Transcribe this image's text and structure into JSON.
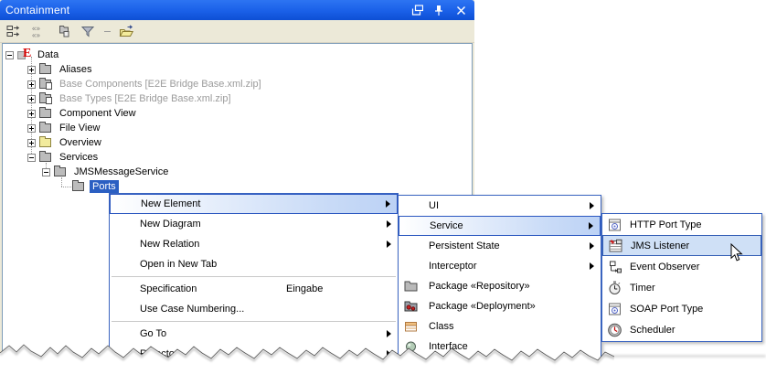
{
  "window": {
    "title": "Containment"
  },
  "titlebar": {
    "icons": [
      {
        "name": "float-window-icon"
      },
      {
        "name": "pin-icon"
      },
      {
        "name": "close-icon"
      }
    ]
  },
  "toolbar": {
    "icons": [
      {
        "name": "expand-selection-icon"
      },
      {
        "name": "stereotype-display-icon"
      },
      {
        "name": "group-in-packages-icon"
      },
      {
        "name": "filter-icon"
      },
      {
        "name": "open-in-containment-icon"
      }
    ]
  },
  "tree": {
    "items": [
      {
        "label": "Data",
        "icon": "model-icon",
        "expander": "minus"
      },
      {
        "label": "Aliases",
        "icon": "folder-icon",
        "expander": "plus"
      },
      {
        "label": "Base Components [E2E Bridge Base.xml.zip]",
        "icon": "folder-doc-icon",
        "expander": "plus",
        "dimmed": true
      },
      {
        "label": "Base Types [E2E Bridge Base.xml.zip]",
        "icon": "folder-doc-icon",
        "expander": "plus",
        "dimmed": true
      },
      {
        "label": "Component View",
        "icon": "folder-icon",
        "expander": "plus"
      },
      {
        "label": "File View",
        "icon": "folder-icon",
        "expander": "plus"
      },
      {
        "label": "Overview",
        "icon": "folder-yellow-icon",
        "expander": "plus"
      },
      {
        "label": "Services",
        "icon": "folder-icon",
        "expander": "minus"
      },
      {
        "label": "JMSMessageService",
        "icon": "folder-icon",
        "expander": "minus"
      },
      {
        "label": "Ports",
        "icon": "folder-icon",
        "selected": true
      }
    ]
  },
  "menus": {
    "context": {
      "items": [
        {
          "label": "New Element",
          "submenu": true,
          "highlighted": true
        },
        {
          "label": "New Diagram",
          "submenu": true
        },
        {
          "label": "New Relation",
          "submenu": true
        },
        {
          "label": "Open in New Tab"
        },
        {
          "label": "Specification",
          "shortcut": "Eingabe"
        },
        {
          "label": "Use Case Numbering..."
        },
        {
          "label": "Go To",
          "submenu": true
        },
        {
          "label": "Refactor",
          "submenu": true
        }
      ]
    },
    "new_element": {
      "items": [
        {
          "label": "UI",
          "submenu": true
        },
        {
          "label": "Service",
          "submenu": true,
          "highlighted": true
        },
        {
          "label": "Persistent State",
          "submenu": true
        },
        {
          "label": "Interceptor",
          "submenu": true
        },
        {
          "label": "Package «Repository»",
          "icon": "package-icon"
        },
        {
          "label": "Package «Deployment»",
          "icon": "package-deployment-icon"
        },
        {
          "label": "Class",
          "icon": "class-icon"
        },
        {
          "label": "Interface",
          "icon": "interface-icon"
        }
      ]
    },
    "service": {
      "items": [
        {
          "label": "HTTP Port Type",
          "icon": "http-port-type-icon"
        },
        {
          "label": "JMS Listener",
          "icon": "jms-listener-icon",
          "highlighted": true
        },
        {
          "label": "Event Observer",
          "icon": "event-observer-icon"
        },
        {
          "label": "Timer",
          "icon": "timer-icon"
        },
        {
          "label": "SOAP Port Type",
          "icon": "soap-port-type-icon"
        },
        {
          "label": "Scheduler",
          "icon": "scheduler-icon"
        }
      ]
    }
  },
  "colors": {
    "titlebar_blue": "#1a60e8",
    "selection_blue": "#2b5fc2",
    "menu_border_blue": "#3a64c0",
    "menu_highlight": "#cfe0f6",
    "toolbar_beige": "#ece9d8"
  }
}
